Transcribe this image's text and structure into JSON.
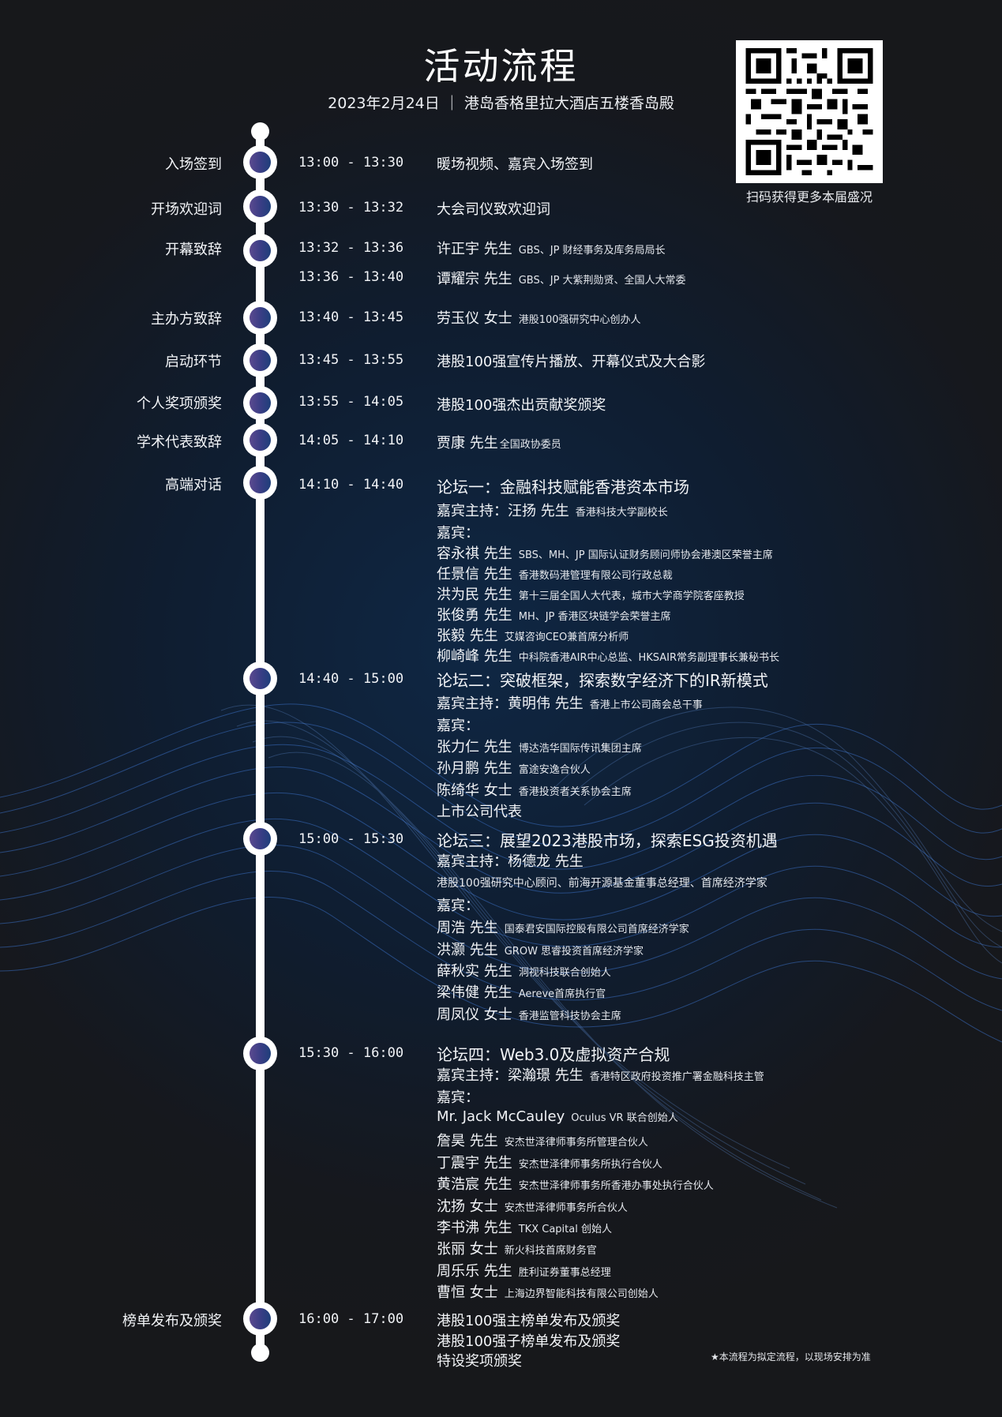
{
  "header": {
    "title": "活动流程",
    "subtitle": "2023年2月24日 ｜ 港岛香格里拉大酒店五楼香岛殿"
  },
  "qr": {
    "icon": "qr-code-icon",
    "caption": "扫码获得更多本届盛况"
  },
  "colors": {
    "background": "#17181b",
    "background_center": "#0f2744",
    "node_gradient_start": "#5b4a8f",
    "node_gradient_end": "#1e3f7a",
    "line": "#ffffff",
    "wave": "#3a6fc4"
  },
  "schedule": [
    {
      "stage": "入场签到",
      "time": "13:00 - 13:30",
      "content": "暖场视频、嘉宾入场签到"
    },
    {
      "stage": "开场欢迎词",
      "time": "13:30 - 13:32",
      "content": "大会司仪致欢迎词"
    },
    {
      "stage": "开幕致辞",
      "time": "13:32 - 13:36",
      "name": "许正宇  先生",
      "desc": "GBS、JP 财经事务及库务局局长"
    },
    {
      "stage": "",
      "time": "13:36 - 13:40",
      "name": "谭耀宗  先生",
      "desc": "GBS、JP 大紫荆勋贤、全国人大常委"
    },
    {
      "stage": "主办方致辞",
      "time": "13:40 - 13:45",
      "name": "劳玉仪  女士",
      "desc": "港股100强研究中心创办人"
    },
    {
      "stage": "启动环节",
      "time": "13:45 - 13:55",
      "content": "港股100强宣传片播放、开幕仪式及大合影"
    },
    {
      "stage": "个人奖项颁奖",
      "time": "13:55 - 14:05",
      "content": "港股100强杰出贡献奖颁奖"
    },
    {
      "stage": "学术代表致辞",
      "time": "14:05 - 14:10",
      "name": "贾康  先生",
      "desc": "全国政协委员"
    },
    {
      "stage": "高端对话",
      "time": "14:10 - 14:40",
      "forum": "论坛一：金融科技赋能香港资本市场",
      "host": "嘉宾主持：汪扬  先生",
      "host_desc": "香港科技大学副校长",
      "guests_label": "嘉宾：",
      "guests": [
        {
          "name": "容永祺  先生",
          "desc": "SBS、MH、JP 国际认证财务顾问师协会港澳区荣誉主席"
        },
        {
          "name": "任景信  先生",
          "desc": "香港数码港管理有限公司行政总裁"
        },
        {
          "name": "洪为民  先生",
          "desc": "第十三届全国人大代表，城市大学商学院客座教授"
        },
        {
          "name": "张俊勇  先生",
          "desc": "MH、JP 香港区块链学会荣誉主席"
        },
        {
          "name": "张毅  先生",
          "desc": "艾媒咨询CEO兼首席分析师"
        },
        {
          "name": "柳崎峰  先生",
          "desc": "中科院香港AIR中心总监、HKSAIR常务副理事长兼秘书长"
        }
      ]
    },
    {
      "stage": "",
      "time": "14:40 - 15:00",
      "forum": "论坛二：突破框架，探索数字经济下的IR新模式",
      "host": "嘉宾主持：黄明伟  先生",
      "host_desc": "香港上市公司商会总干事",
      "guests_label": "嘉宾：",
      "guests": [
        {
          "name": "张力仁  先生",
          "desc": "博达浩华国际传讯集团主席"
        },
        {
          "name": "孙月鹏  先生",
          "desc": "富途安逸合伙人"
        },
        {
          "name": "陈绮华  女士",
          "desc": "香港投资者关系协会主席"
        },
        {
          "name": "上市公司代表",
          "desc": ""
        }
      ]
    },
    {
      "stage": "",
      "time": "15:00 - 15:30",
      "forum": "论坛三：展望2023港股市场，探索ESG投资机遇",
      "host": "嘉宾主持：杨德龙  先生",
      "host_desc": "港股100强研究中心顾问、前海开源基金董事总经理、首席经济学家",
      "guests_label": "嘉宾：",
      "guests": [
        {
          "name": "周浩  先生",
          "desc": "国泰君安国际控股有限公司首席经济学家"
        },
        {
          "name": "洪灏  先生",
          "desc": "GROW 思睿投资首席经济学家"
        },
        {
          "name": "薛秋实  先生",
          "desc": "洞视科技联合创始人"
        },
        {
          "name": "梁伟健  先生",
          "desc": "Aereve首席执行官"
        },
        {
          "name": "周凤仪  女士",
          "desc": "香港监管科技协会主席"
        }
      ]
    },
    {
      "stage": "",
      "time": "15:30 - 16:00",
      "forum": "论坛四：Web3.0及虚拟资产合规",
      "host": "嘉宾主持：梁瀚璟  先生",
      "host_desc": "香港特区政府投资推广署金融科技主管",
      "guests_label": "嘉宾：",
      "guests": [
        {
          "name": "Mr. Jack McCauley",
          "desc": "Oculus VR 联合创始人"
        },
        {
          "name": "詹昊  先生",
          "desc": "安杰世泽律师事务所管理合伙人"
        },
        {
          "name": "丁震宇  先生",
          "desc": "安杰世泽律师事务所执行合伙人"
        },
        {
          "name": "黄浩宸  先生",
          "desc": "安杰世泽律师事务所香港办事处执行合伙人"
        },
        {
          "name": "沈扬  女士",
          "desc": "安杰世泽律师事务所合伙人"
        },
        {
          "name": "李书沸  先生",
          "desc": "TKX Capital 创始人"
        },
        {
          "name": "张丽  女士",
          "desc": "新火科技首席财务官"
        },
        {
          "name": "周乐乐  先生",
          "desc": "胜利证券董事总经理"
        },
        {
          "name": "曹恒  女士",
          "desc": "上海边界智能科技有限公司创始人"
        }
      ]
    },
    {
      "stage": "榜单发布及颁奖",
      "time": "16:00 - 17:00",
      "items": [
        "港股100强主榜单发布及颁奖",
        "港股100强子榜单发布及颁奖",
        "特设奖项颁奖"
      ]
    }
  ],
  "footer": {
    "note": "★本流程为拟定流程，以现场安排为准"
  }
}
